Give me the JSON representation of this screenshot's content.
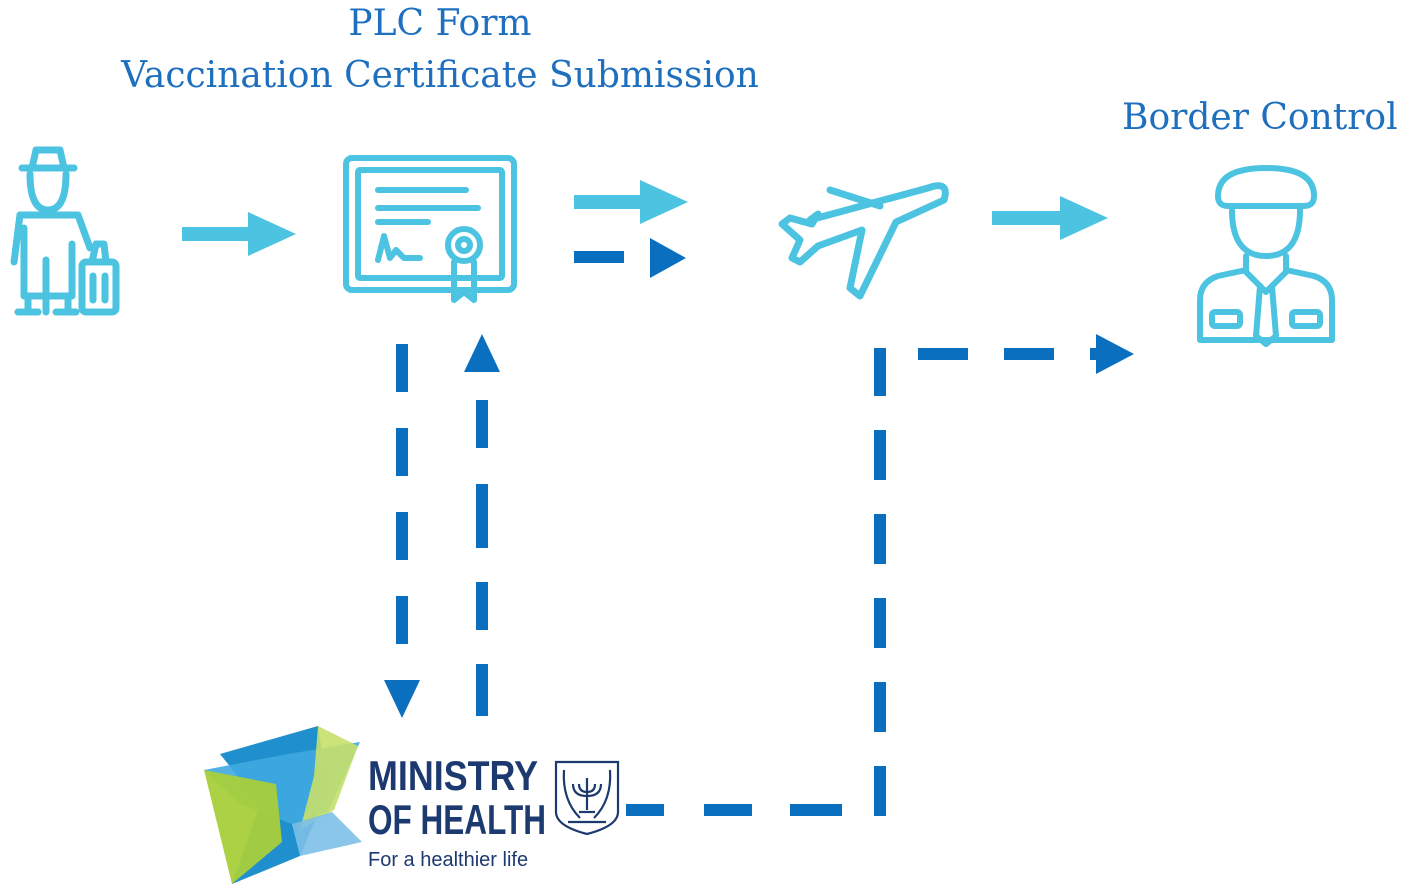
{
  "labels": {
    "plc_title": "PLC Form",
    "plc_subtitle": "Vaccination Certificate Submission",
    "border_control": "Border Control"
  },
  "nodes": {
    "traveler": {
      "icon": "traveler-with-luggage-icon"
    },
    "certificate": {
      "icon": "certificate-icon"
    },
    "airplane": {
      "icon": "airplane-icon"
    },
    "officer": {
      "icon": "border-officer-icon"
    }
  },
  "ministry_logo": {
    "line1": "MINISTRY",
    "line2": "OF HEALTH",
    "tagline": "For a healthier life",
    "emblem": "menorah-emblem-icon"
  },
  "colors": {
    "light_blue": "#4cc3e0",
    "dark_blue": "#0b6fc0",
    "label_blue": "#1f6fbf",
    "logo_green": "#a8cf3a",
    "logo_blue": "#1f8fce",
    "logo_navy": "#1d3a70"
  }
}
